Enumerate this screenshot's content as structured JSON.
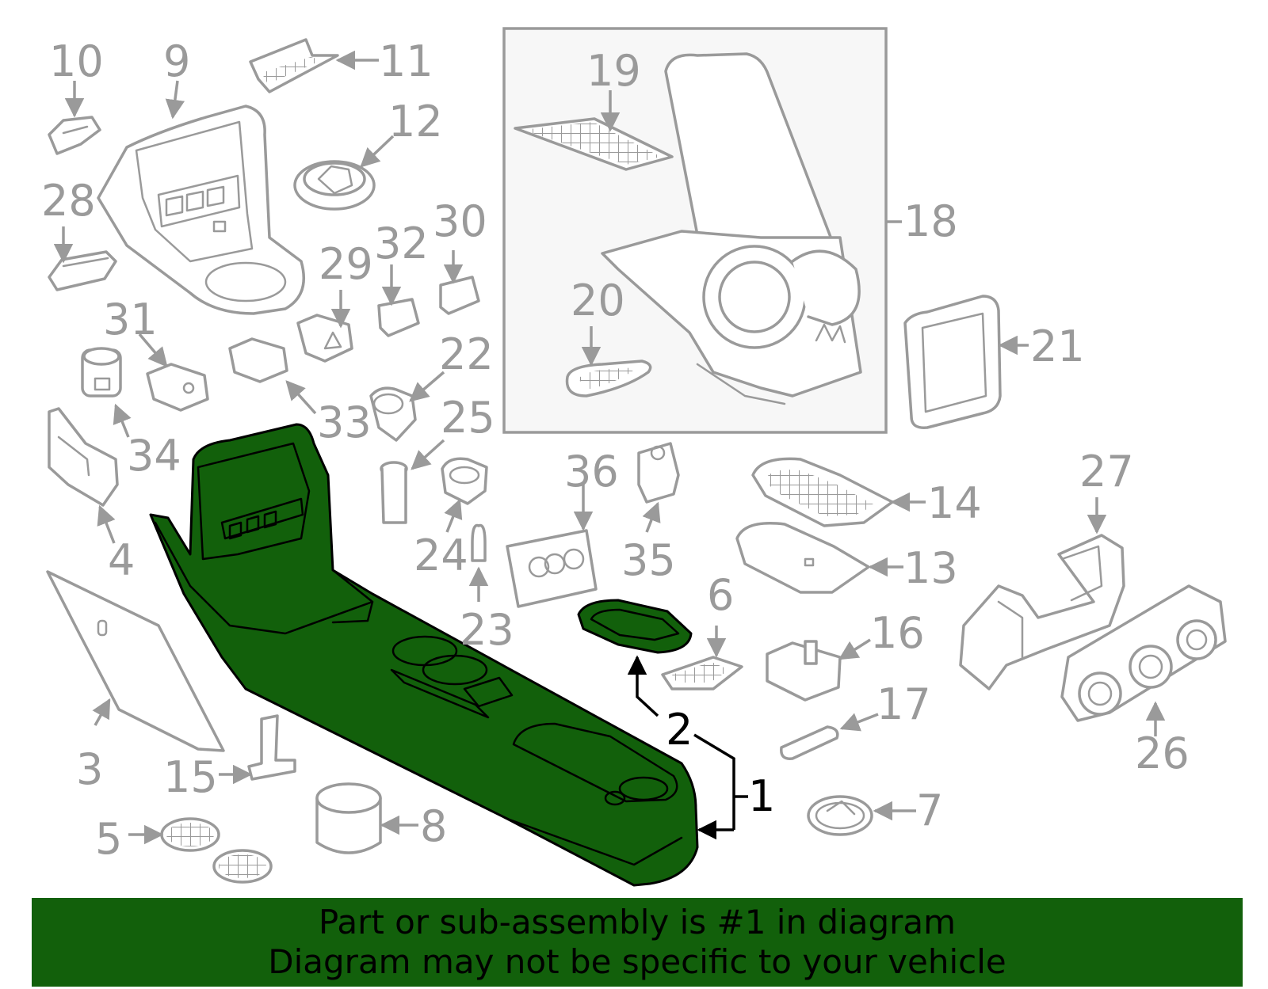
{
  "callouts": {
    "c1": "1",
    "c2": "2",
    "c3": "3",
    "c4": "4",
    "c5": "5",
    "c6": "6",
    "c7": "7",
    "c8": "8",
    "c9": "9",
    "c10": "10",
    "c11": "11",
    "c12": "12",
    "c13": "13",
    "c14": "14",
    "c15": "15",
    "c16": "16",
    "c17": "17",
    "c18": "18",
    "c19": "19",
    "c20": "20",
    "c21": "21",
    "c22": "22",
    "c23": "23",
    "c24": "24",
    "c25": "25",
    "c26": "26",
    "c27": "27",
    "c28": "28",
    "c29": "29",
    "c30": "30",
    "c31": "31",
    "c32": "32",
    "c33": "33",
    "c34": "34",
    "c35": "35",
    "c36": "36"
  },
  "highlighted_part": "1",
  "highlight_color": "#12600b",
  "part_stroke_color": "#9a9a9a",
  "banner": {
    "line1": "Part or sub-assembly is #1 in diagram",
    "line2": "Diagram may not be specific to your vehicle"
  }
}
